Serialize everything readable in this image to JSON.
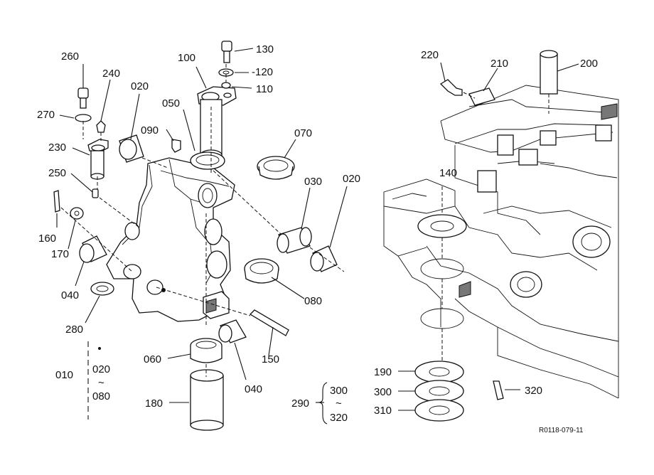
{
  "labels": {
    "p260": "260",
    "p240": "240",
    "p270": "270",
    "p230": "230",
    "p250": "250",
    "p160": "160",
    "p170": "170",
    "p040a": "040",
    "p280": "280",
    "p100": "100",
    "p130": "130",
    "p120": "-120",
    "p110": "110",
    "p020a": "020",
    "p050": "050",
    "p090": "090",
    "p070": "070",
    "p030": "030",
    "p020b": "020",
    "p080": "080",
    "p150": "150",
    "p060": "060",
    "p040b": "040",
    "p180": "180",
    "p010": "010",
    "p290": "290",
    "p220": "220",
    "p210": "210",
    "p200": "200",
    "p140": "140",
    "p190": "190",
    "p300": "300",
    "p310": "310",
    "p320": "320"
  },
  "groups": {
    "g010": {
      "from": "020",
      "sep": "~",
      "to": "080"
    },
    "g290": {
      "from": "300",
      "sep": "~",
      "to": "320"
    }
  },
  "drawing_code": "R0118-079-11"
}
